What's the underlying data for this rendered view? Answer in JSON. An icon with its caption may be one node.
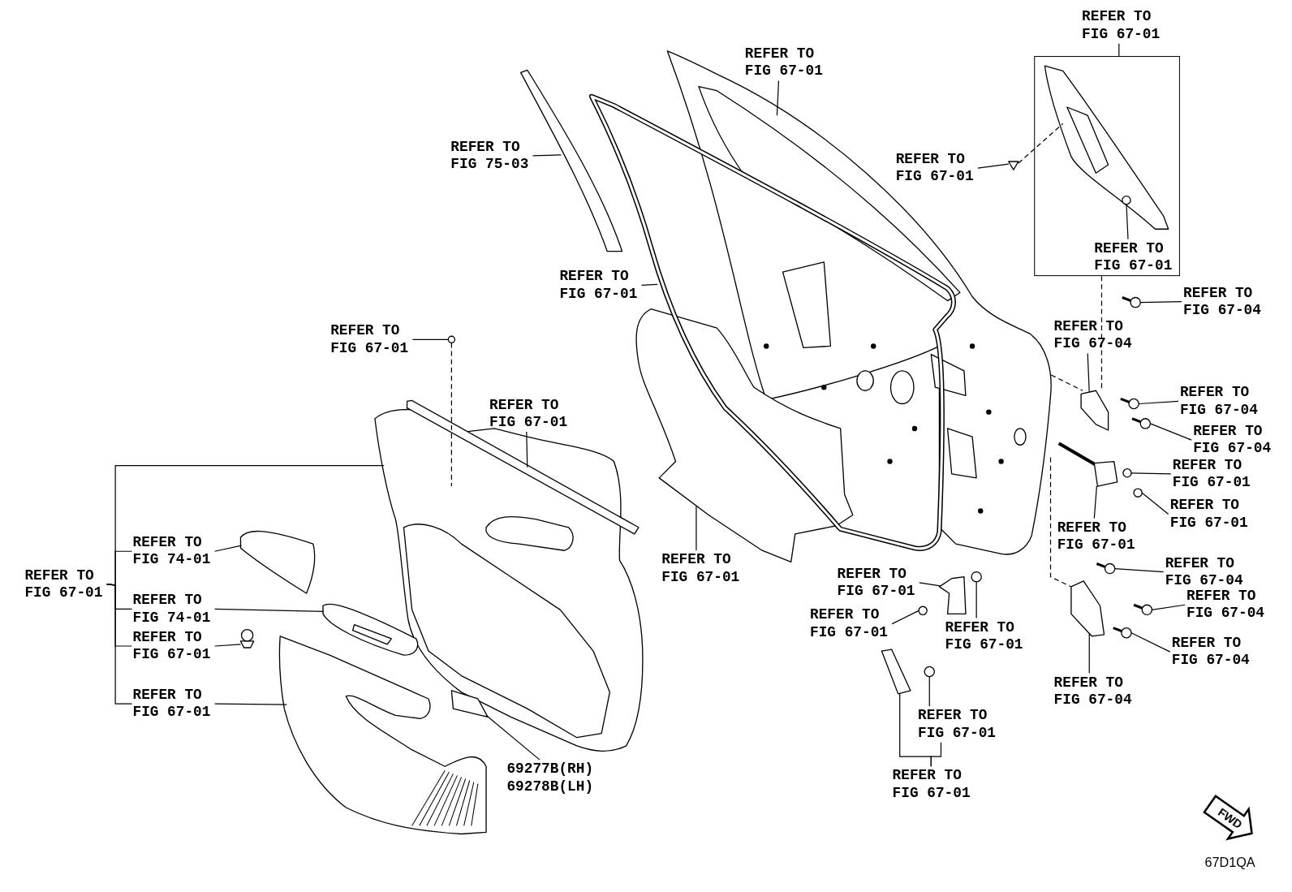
{
  "diagram": {
    "nodes": [
      {
        "text": [],
        "shape": "box"
      },
      {
        "text": [
          "REFER TO FIG 67-01"
        ]
      },
      {
        "text": [
          "REFER TO FIG 67-01"
        ]
      },
      {
        "text": [
          "REFER TO FIG 75-03"
        ]
      },
      {
        "text": [
          "REFER TO FIG 67-01"
        ]
      },
      {
        "text": [
          "REFER TO FIG 67-01"
        ],
        "in": 0
      },
      {
        "text": [
          "REFER TO FIG 67-01"
        ]
      },
      {
        "text": [
          "REFER TO FIG 67-04"
        ]
      },
      {
        "text": [
          "REFER TO FIG 67-04"
        ]
      },
      {
        "text": [
          "REFER TO FIG 67-01"
        ]
      },
      {
        "text": [
          "REFER TO FIG 67-04"
        ]
      },
      {
        "text": [
          "REFER TO FIG 67-01"
        ]
      },
      {
        "text": [
          "REFER TO FIG 67-04"
        ]
      },
      {
        "text": [
          "REFER TO FIG 67-01"
        ]
      },
      {
        "text": [
          "REFER TO FIG 67-01"
        ]
      },
      {
        "text": [
          "REFER TO FIG 67-01"
        ]
      },
      {
        "text": [
          "REFER TO FIG 74-01"
        ]
      },
      {
        "text": [
          "REFER TO FIG 67-01"
        ]
      },
      {
        "text": [
          "REFER TO FIG 67-04"
        ]
      },
      {
        "text": [
          "REFER TO FIG 67-01"
        ]
      },
      {
        "text": [
          "REFER TO FIG 67-01"
        ]
      },
      {
        "text": [
          "REFER TO FIG 67-04"
        ]
      },
      {
        "text": [
          "REFER TO FIG 74-01"
        ]
      },
      {
        "text": [
          "REFER TO FIG 67-01"
        ]
      },
      {
        "text": [
          "REFER TO FIG 67-01"
        ]
      },
      {
        "text": [
          "REFER TO FIG 67-01"
        ]
      },
      {
        "text": [
          "REFER TO FIG 67-04"
        ]
      },
      {
        "text": [
          "REFER TO FIG 67-04"
        ]
      },
      {
        "text": [
          "REFER TO FIG 67-01"
        ]
      },
      {
        "text": [
          "REFER TO FIG 67-01"
        ]
      },
      {
        "text": [
          "69277B(RH) 69278B(LH)"
        ]
      },
      {
        "text": [
          "REFER TO FIG 67-01"
        ]
      },
      {
        "text": [],
        "shape": "picture"
      },
      {
        "text": [],
        "shape": "picture"
      },
      {
        "text": [],
        "shape": "picture"
      },
      {
        "text": [],
        "shape": "picture"
      },
      {
        "text": [],
        "shape": "picture"
      },
      {
        "text": [],
        "shape": "picture"
      },
      {
        "text": [],
        "shape": "circle"
      },
      {
        "text": [],
        "shape": "picture"
      },
      {
        "text": [],
        "shape": "picture"
      },
      {
        "text": [],
        "shape": "circle"
      },
      {
        "text": [],
        "shape": "picture"
      },
      {
        "text": [],
        "shape": "picture"
      },
      {
        "text": [],
        "shape": "picture"
      },
      {
        "text": [],
        "shape": "circle",
        "in": 0
      },
      {
        "text": [],
        "shape": "circle"
      },
      {
        "text": [],
        "shape": "picture"
      },
      {
        "text": [],
        "shape": "circle"
      },
      {
        "text": [],
        "shape": "circle"
      },
      {
        "text": [],
        "shape": "circle"
      },
      {
        "text": [],
        "shape": "circle"
      },
      {
        "text": [],
        "shape": "picture"
      },
      {
        "text": [],
        "shape": "circle"
      },
      {
        "text": [],
        "shape": "picture"
      },
      {
        "text": [],
        "shape": "circle"
      },
      {
        "text": [],
        "shape": "circle"
      },
      {
        "text": [],
        "shape": "circle"
      },
      {
        "text": [],
        "shape": "circle"
      },
      {
        "text": [],
        "shape": "picture"
      },
      {
        "text": [],
        "shape": "circle"
      },
      {
        "text": [],
        "shape": "picture"
      }
    ],
    "edges": [
      {
        "from": 1,
        "to": 0,
        "arrow": "none"
      },
      {
        "from": 2,
        "to": 33,
        "arrow": "none"
      },
      {
        "from": 3,
        "to": 32,
        "arrow": "none"
      },
      {
        "from": 4,
        "to": 44,
        "arrow": "none"
      },
      {
        "from": 5,
        "to": 45,
        "arrow": "none"
      },
      {
        "from": 6,
        "to": 35,
        "arrow": "none"
      },
      {
        "from": 7,
        "to": 46,
        "arrow": "none"
      },
      {
        "from": 8,
        "to": 47,
        "arrow": "none"
      },
      {
        "from": 9,
        "to": 38,
        "arrow": "none"
      },
      {
        "from": 10,
        "to": 48,
        "arrow": "none"
      },
      {
        "from": 11,
        "to": 37,
        "arrow": "none"
      },
      {
        "from": 12,
        "to": 49,
        "arrow": "none"
      },
      {
        "from": 13,
        "to": 50,
        "arrow": "none"
      },
      {
        "from": 14,
        "to": 51,
        "arrow": "none"
      },
      {
        "from": 15,
        "to": 52,
        "arrow": "none"
      },
      {
        "from": 16,
        "to": 39,
        "arrow": "none"
      },
      {
        "from": 17,
        "to": 34,
        "arrow": "none"
      },
      {
        "from": 18,
        "to": 53,
        "arrow": "none"
      },
      {
        "from": 19,
        "to": 54,
        "arrow": "none"
      },
      {
        "from": 20,
        "to": 36,
        "arrow": "none"
      },
      {
        "from": 20,
        "to": 16,
        "arrow": "none"
      },
      {
        "from": 20,
        "to": 22,
        "arrow": "none"
      },
      {
        "from": 20,
        "to": 25,
        "arrow": "none"
      },
      {
        "from": 20,
        "to": 28,
        "arrow": "none"
      },
      {
        "from": 21,
        "to": 57,
        "arrow": "none"
      },
      {
        "from": 22,
        "to": 40,
        "arrow": "none"
      },
      {
        "from": 23,
        "to": 55,
        "arrow": "none"
      },
      {
        "from": 24,
        "to": 56,
        "arrow": "none"
      },
      {
        "from": 25,
        "to": 41,
        "arrow": "none"
      },
      {
        "from": 26,
        "to": 58,
        "arrow": "none"
      },
      {
        "from": 27,
        "to": 59,
        "arrow": "none"
      },
      {
        "from": 28,
        "to": 42,
        "arrow": "none"
      },
      {
        "from": 29,
        "to": 60,
        "arrow": "none"
      },
      {
        "from": 30,
        "to": 43,
        "arrow": "none"
      },
      {
        "from": 31,
        "to": 61,
        "arrow": "none"
      },
      {
        "from": 31,
        "to": 29,
        "arrow": "none"
      },
      {
        "from": 38,
        "to": 36,
        "arrow": "none",
        "style": "dashed"
      },
      {
        "from": 0,
        "to": 47,
        "arrow": "none",
        "style": "dashed"
      },
      {
        "from": 33,
        "to": 59,
        "arrow": "none",
        "style": "dashed"
      },
      {
        "from": 33,
        "to": 47,
        "arrow": "none",
        "style": "dashed"
      },
      {
        "from": 44,
        "to": 0,
        "arrow": "none",
        "style": "dashed"
      }
    ],
    "labels": [
      "FWD",
      "67D1QA"
    ]
  }
}
